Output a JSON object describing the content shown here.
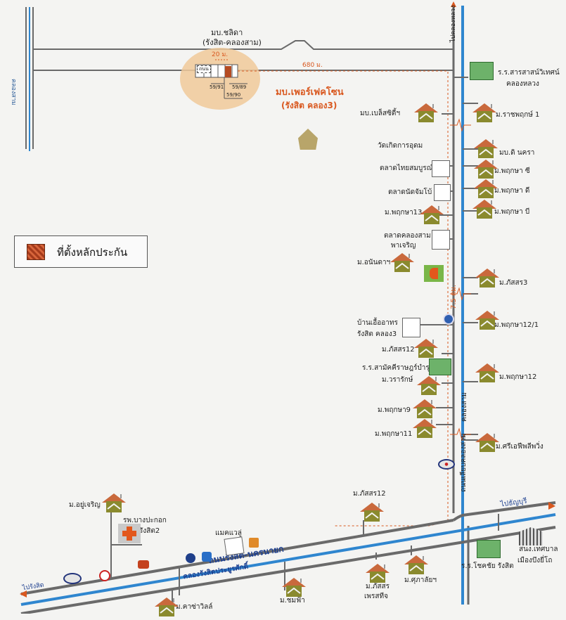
{
  "legend": {
    "label": "ที่ตั้งหลักประกัน",
    "color": "#c0522a"
  },
  "roads": {
    "top_village_line1": "มบ.ชลิดา",
    "top_village_line2": "(รังสิต-คลองสาม)",
    "left_canal": "คลองสาม",
    "right_road_top": "ไปคลองหลวง",
    "right_canal": "คลองสาม",
    "right_road": "ถนนเลียบคลองสาม",
    "bottom_road": "ถนนรังสิต-นครนายก",
    "bottom_canal": "คลองรังสิตประยูรศักดิ์",
    "to_thanyaburi": "ไปธัญบุรี",
    "to_rangsit": "ไปรังสิต"
  },
  "distances": {
    "width": "20 ม.",
    "to_road": "680 ม.",
    "along_road": "7.5 กม."
  },
  "plots": {
    "a": "59/91",
    "b": "59/89",
    "c": "59/90",
    "road": "ถนน"
  },
  "subject": {
    "line1": "มบ.เพอร์เฟคโซน",
    "line2": "(รังสิต คลอง3)"
  },
  "landmarks_left": [
    {
      "name": "มบ.เบล็สซิตี้ฯ"
    },
    {
      "name": "วัดเกิดการอุดม"
    },
    {
      "name": "ตลาดไทยสมบูรณ์"
    },
    {
      "name": "ตลาดนัดจัมโบ้"
    },
    {
      "name": "ม.พฤกษา13"
    },
    {
      "name": "ตลาดคลองสาม",
      "line2": "พาเจริญ"
    },
    {
      "name": "ม.อนันดาฯ"
    },
    {
      "name": "บ้านเอื้ออาทร",
      "line2": "รังสิต คลอง3"
    },
    {
      "name": "ม.ภัสสร12"
    },
    {
      "name": "ร.ร.สามัคคีราษฎร์บำรุง"
    },
    {
      "name": "ม.วรารักษ์"
    },
    {
      "name": "ม.พฤกษา9"
    },
    {
      "name": "ม.พฤกษา11"
    }
  ],
  "landmarks_right": [
    {
      "name": "ร.ร.สารสาสน์วิเทศน์",
      "line2": "คลองหลวง"
    },
    {
      "name": "ม.ราชพฤกษ์ 1"
    },
    {
      "name": "มบ.ดิ นครา"
    },
    {
      "name": "ม.พฤกษา ซี"
    },
    {
      "name": "ม.พฤกษา ดี"
    },
    {
      "name": "ม.พฤกษา บี"
    },
    {
      "name": "ม.ภัสสร3"
    },
    {
      "name": "ม.พฤกษา12/1"
    },
    {
      "name": "ม.พฤกษา12"
    },
    {
      "name": "ม.ศรีเอฟีพลีพวิ่ง"
    }
  ],
  "landmarks_bottom": {
    "m_yucharoen": "ม.อยู่เจริญ",
    "hospital_line1": "รพ.บางปะกอก",
    "hospital_line2": "รังสิต2",
    "makro": "แมคแวลู่",
    "m_passorn12": "ม.ภัสสร12",
    "m_chomfa": "ม.ชมฟ้า",
    "m_passorn_petch_1": "ม.ภัสสร",
    "m_passorn_petch_2": "เพรสทีจ",
    "m_supalai": "ม.ศุภาลัยฯ",
    "m_casaville": "ม.คาซ่าวิลล์",
    "school": "ร.ร.โชคชัย รังสิต",
    "municipal_line1": "สนง.เทศบาล",
    "municipal_line2": "เมืองบึงยี่โถ"
  },
  "colors": {
    "road": "#6a6a6a",
    "canal": "#2f86cf",
    "orange": "#d9581f",
    "house": "#8a8a2e",
    "roof": "#c9693c"
  }
}
